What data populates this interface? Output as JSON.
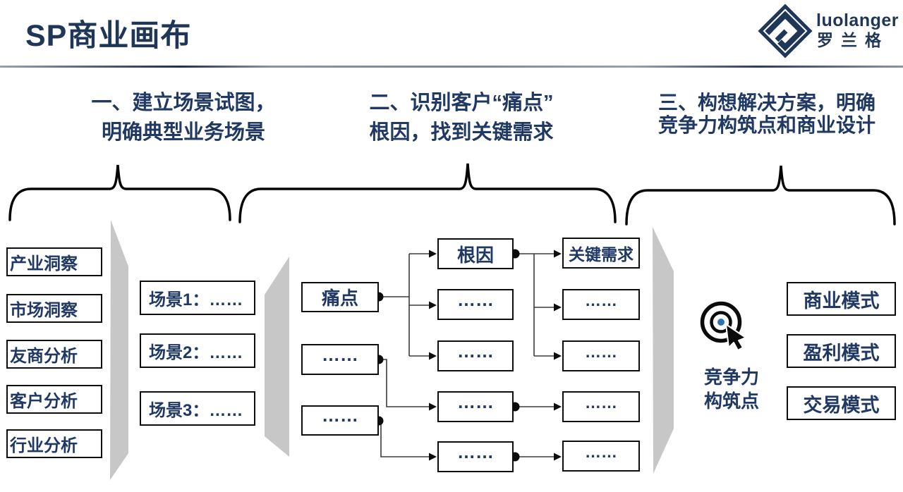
{
  "header": {
    "title": "SP商业画布",
    "logo_text": "luolanger",
    "logo_cn": "罗兰格"
  },
  "steps": [
    {
      "line1": "一、建立场景试图，",
      "line2": "明确典型业务场景"
    },
    {
      "line1": "二、识别客户“痛点”",
      "line2": "根因，找到关键需求"
    },
    {
      "line1": "三、构想解决方案，明确",
      "line2": "竞争力构筑点和商业设计"
    }
  ],
  "insights": [
    "产业洞察",
    "市场洞察",
    "友商分析",
    "客户分析",
    "行业分析"
  ],
  "scenarios": [
    "场景1：……",
    "场景2：……",
    "场景3：……"
  ],
  "pains": [
    "痛点",
    "……",
    "……"
  ],
  "roots": [
    "根因",
    "……",
    "……",
    "……",
    "……"
  ],
  "needs": [
    "关键需求",
    "……",
    "……",
    "……",
    "……"
  ],
  "competitiveness": {
    "line1": "竞争力",
    "line2": "构筑点"
  },
  "models": [
    "商业模式",
    "盈利模式",
    "交易模式"
  ],
  "colors": {
    "navy_text": "#1F3864",
    "title_navy": "#1F3656",
    "shape_gray": "#C7C7C7",
    "line_black": "#0d0d0d",
    "target_center_blue": "#2E74B5"
  }
}
